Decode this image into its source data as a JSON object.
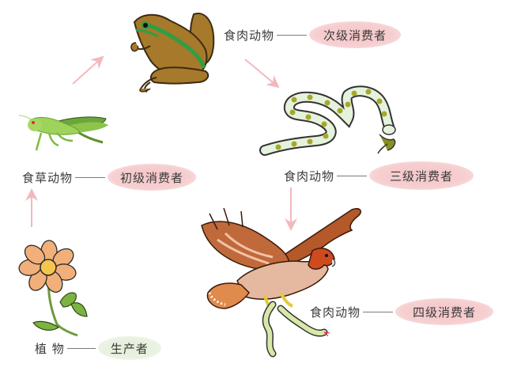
{
  "diagram": {
    "type": "food-chain",
    "colors": {
      "arrow": "#f3b8bd",
      "consumer_pill": "#f4c6c8",
      "producer_pill": "#e3eed8",
      "text": "#3a3a3a",
      "connector": "#7a7a7a"
    },
    "nodes": [
      {
        "id": "plant",
        "organism": "flower",
        "category": "植 物",
        "role": "生产者"
      },
      {
        "id": "grasshopper",
        "organism": "grasshopper",
        "category": "食草动物",
        "role": "初级消费者"
      },
      {
        "id": "frog",
        "organism": "frog",
        "category": "食肉动物",
        "role": "次级消费者"
      },
      {
        "id": "snake",
        "organism": "snake",
        "category": "食肉动物",
        "role": "三级消费者"
      },
      {
        "id": "hawk",
        "organism": "hawk",
        "category": "食肉动物",
        "role": "四级消费者"
      }
    ],
    "edges": [
      {
        "from": "plant",
        "to": "grasshopper"
      },
      {
        "from": "grasshopper",
        "to": "frog"
      },
      {
        "from": "frog",
        "to": "snake"
      },
      {
        "from": "snake",
        "to": "hawk"
      }
    ]
  }
}
